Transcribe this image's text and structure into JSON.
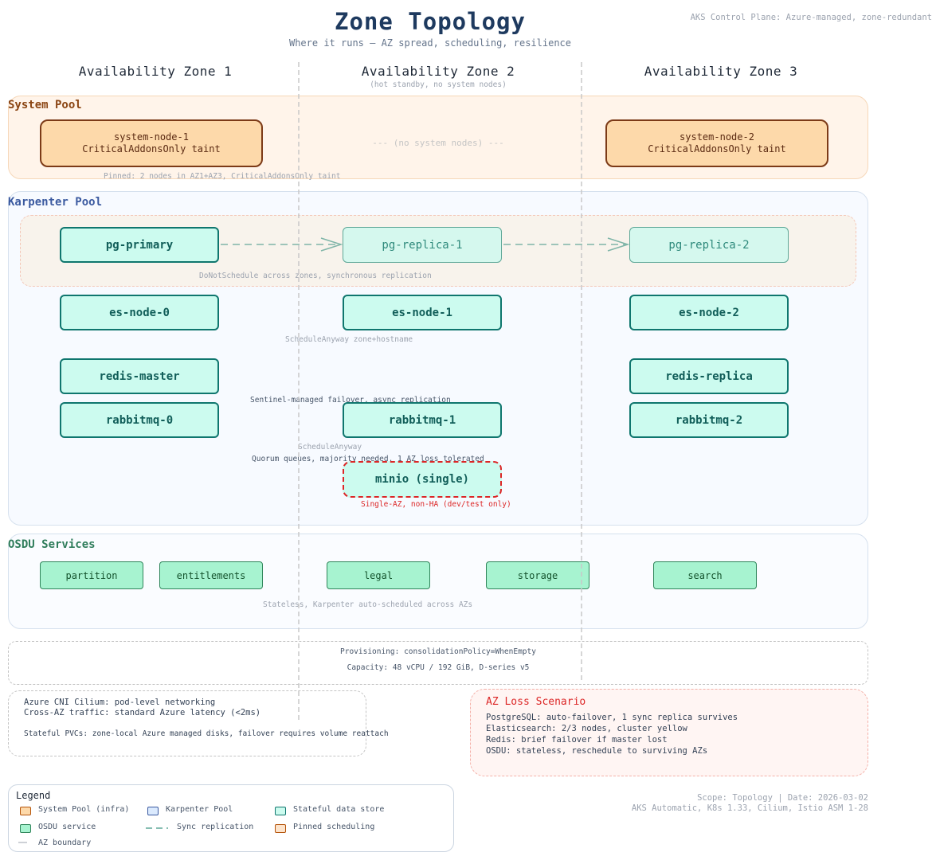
{
  "header": {
    "title": "Zone Topology",
    "subtitle": "Where it runs — AZ spread, scheduling, resilience",
    "control_plane": "AKS Control Plane: Azure-managed, zone-redundant"
  },
  "zones": [
    {
      "label": "Availability Zone 1",
      "note": ""
    },
    {
      "label": "Availability Zone 2",
      "note": "(hot standby, no system nodes)"
    },
    {
      "label": "Availability Zone 3",
      "note": ""
    }
  ],
  "system_pool": {
    "label": "System Pool",
    "node1": {
      "name": "system-node-1",
      "taint": "CriticalAddonsOnly taint"
    },
    "node2": {
      "name": "system-node-2",
      "taint": "CriticalAddonsOnly taint"
    },
    "empty": "--- (no system nodes) ---",
    "note": "Pinned: 2 nodes in AZ1+AZ3, CriticalAddonsOnly taint"
  },
  "karpenter_pool": {
    "label": "Karpenter Pool",
    "pg_primary": "pg-primary",
    "pg_replica_1": "pg-replica-1",
    "pg_replica_2": "pg-replica-2",
    "pg_note": "DoNotSchedule across zones, synchronous replication",
    "es": [
      "es-node-0",
      "es-node-1",
      "es-node-2"
    ],
    "es_note": "ScheduleAnyway zone+hostname",
    "redis_master": "redis-master",
    "redis_replica": "redis-replica",
    "redis_note": "Sentinel-managed failover, async replication",
    "rabbit": [
      "rabbitmq-0",
      "rabbitmq-1",
      "rabbitmq-2"
    ],
    "rabbit_note1": "ScheduleAnyway",
    "rabbit_note2": "Quorum queues, majority needed, 1 AZ loss tolerated",
    "minio": "minio (single)",
    "minio_note": "Single-AZ, non-HA (dev/test only)"
  },
  "osdu": {
    "label": "OSDU Services",
    "services": [
      "partition",
      "entitlements",
      "legal",
      "storage",
      "search"
    ],
    "note": "Stateless, Karpenter auto-scheduled across AZs"
  },
  "provisioning": {
    "line1": "Provisioning: consolidationPolicy=WhenEmpty",
    "line2": "Capacity: 48 vCPU / 192 GiB, D-series v5"
  },
  "network": {
    "line1": "Azure CNI Cilium: pod-level networking",
    "line2": "Cross-AZ traffic: standard Azure latency (<2ms)",
    "line3": "Stateful PVCs: zone-local Azure managed disks, failover requires volume reattach"
  },
  "az_loss": {
    "title": "AZ Loss Scenario",
    "lines": [
      "PostgreSQL: auto-failover, 1 sync replica survives",
      "Elasticsearch: 2/3 nodes, cluster yellow",
      "Redis: brief failover if master lost",
      "OSDU: stateless, reschedule to surviving AZs"
    ]
  },
  "legend": {
    "title": "Legend",
    "items": [
      {
        "label": "System Pool (infra)",
        "color": "#fdd9aa"
      },
      {
        "label": "Karpenter Pool",
        "color": "#dbeafe"
      },
      {
        "label": "Stateful data store",
        "color": "#ccfbef"
      },
      {
        "label": "OSDU service",
        "color": "#a7f3d0"
      },
      {
        "label": "Sync replication",
        "color": "#5fa898"
      },
      {
        "label": "Pinned scheduling",
        "color": "#fde4cc"
      },
      {
        "label": "AZ boundary",
        "color": "#9ca3af"
      }
    ]
  },
  "footer": {
    "line1": "Scope: Topology | Date: 2026-03-02",
    "line2": "AKS Automatic, K8s 1.33, Cilium, Istio ASM 1-28"
  },
  "colors": {
    "title": "#1e3a5f",
    "system_pool_bg": "#fff4ea",
    "karpenter_pool_bg": "#f7faff",
    "stateful": "#ccfbef",
    "osdu": "#a7f3d0",
    "danger": "#dc2626"
  }
}
